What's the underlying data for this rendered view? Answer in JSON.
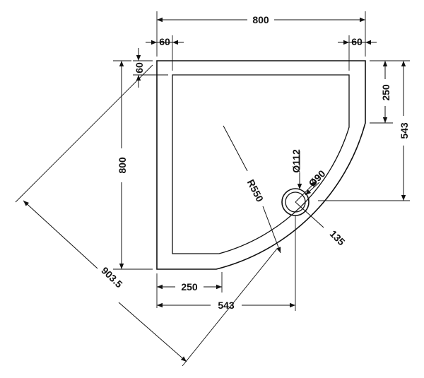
{
  "dimensions": {
    "overall_width": "800",
    "left_rim": "60",
    "right_rim": "60",
    "top_rim": "60",
    "overall_depth": "800",
    "straight_side": "250",
    "side_length": "543",
    "bottom_straight": "250",
    "bottom_length": "543",
    "diagonal": "903.5",
    "radius": "R550",
    "waste_outer": "Ø112",
    "waste_inner": "Ø90",
    "waste_offset": "135"
  }
}
